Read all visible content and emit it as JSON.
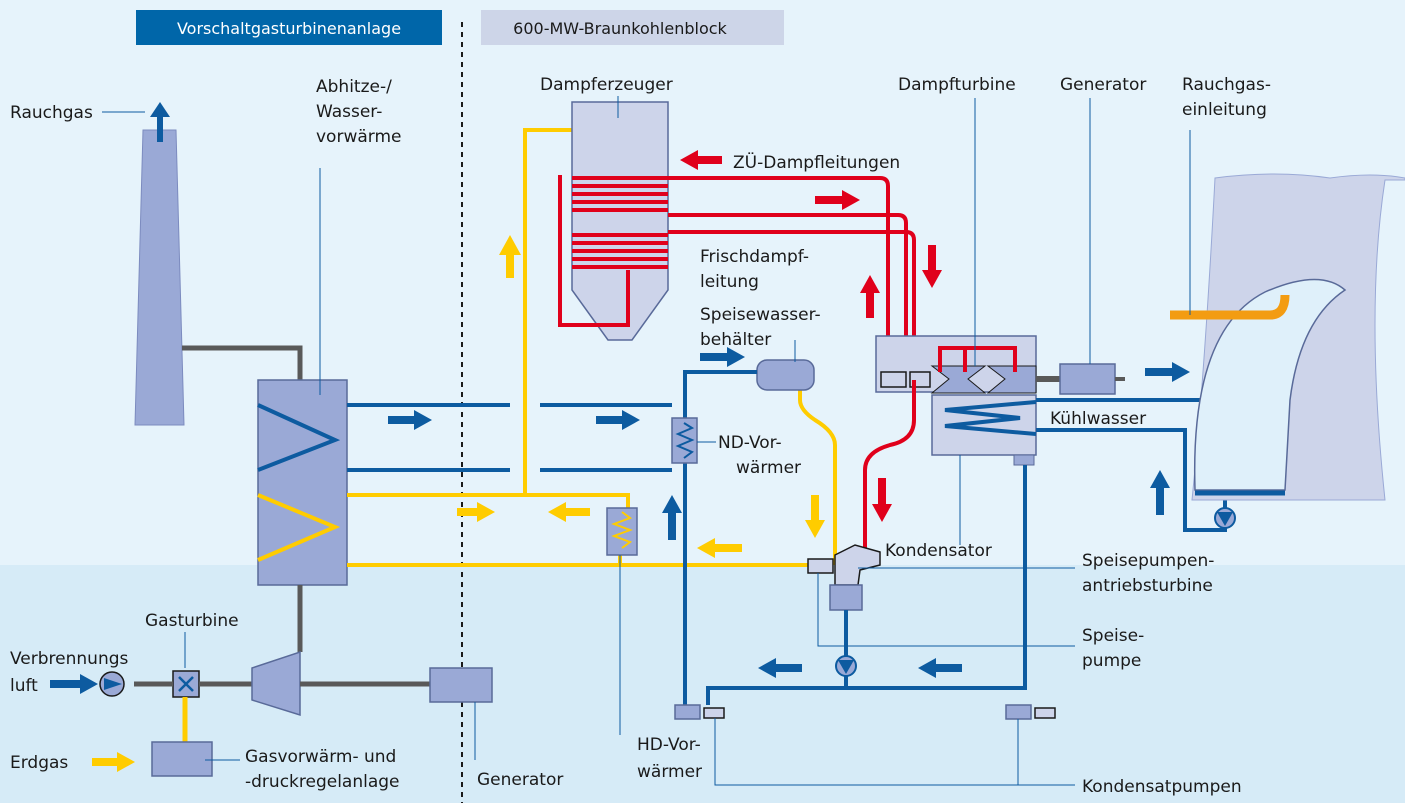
{
  "headers": {
    "left": "Vorschaltgasturbinenanlage",
    "right": "600-MW-Braunkohlenblock"
  },
  "labels": {
    "rauchgas": "Rauchgas",
    "abhitze_1": "Abhitze-/",
    "abhitze_2": "Wasser-",
    "abhitze_3": "vorwärme",
    "dampferzeuger": "Dampferzeuger",
    "zue_dampfleitungen": "ZÜ-Dampfleitungen",
    "frischdampf_1": "Frischdampf-",
    "frischdampf_2": "leitung",
    "speisewasser_1": "Speisewasser-",
    "speisewasser_2": "behälter",
    "dampfturbine": "Dampfturbine",
    "generator_top": "Generator",
    "rauchgaseinleitung_1": "Rauchgas-",
    "rauchgaseinleitung_2": "einleitung",
    "kuehlwasser": "Kühlwasser",
    "nd_1": "ND-Vor-",
    "nd_2": "wärmer",
    "kondensator": "Kondensator",
    "speisepumpenantrieb_1": "Speisepumpen-",
    "speisepumpenantrieb_2": "antriebsturbine",
    "speisepumpe_1": "Speise-",
    "speisepumpe_2": "pumpe",
    "gasturbine": "Gasturbine",
    "verbrennung_1": "Verbrennungs",
    "verbrennung_2": "luft",
    "erdgas": "Erdgas",
    "gasvorwaerm_1": "Gasvorwärm- und",
    "gasvorwaerm_2": "-druckregelanlage",
    "generator_bottom": "Generator",
    "hd_1": "HD-Vor-",
    "hd_2": "wärmer",
    "kondensatpumpen": "Kondensatpumpen"
  },
  "colors": {
    "background": "#e6f3fb",
    "background_lower": "#d6ebf7",
    "header_left_bg": "#0066a9",
    "header_right_bg": "#cdd5e8",
    "component_fill": "#9aa9d6",
    "component_light": "#cdd4ea",
    "water_line": "#0d5ba0",
    "arrow_blue": "#0d5ba0",
    "feedwater_line": "#ffcc00",
    "steam_line": "#e0001b",
    "gas_line": "#595959",
    "flue_gas_orange": "#f39c12"
  }
}
